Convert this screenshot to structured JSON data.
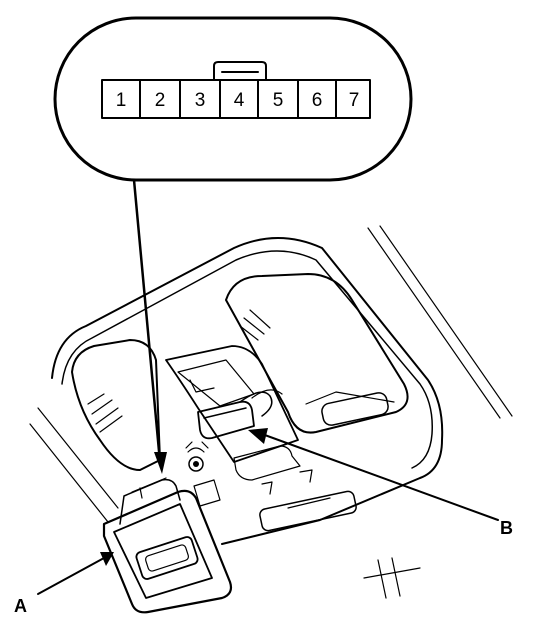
{
  "connector": {
    "pins": [
      "1",
      "2",
      "3",
      "4",
      "5",
      "6",
      "7"
    ]
  },
  "callouts": {
    "a": "A",
    "b": "B"
  }
}
